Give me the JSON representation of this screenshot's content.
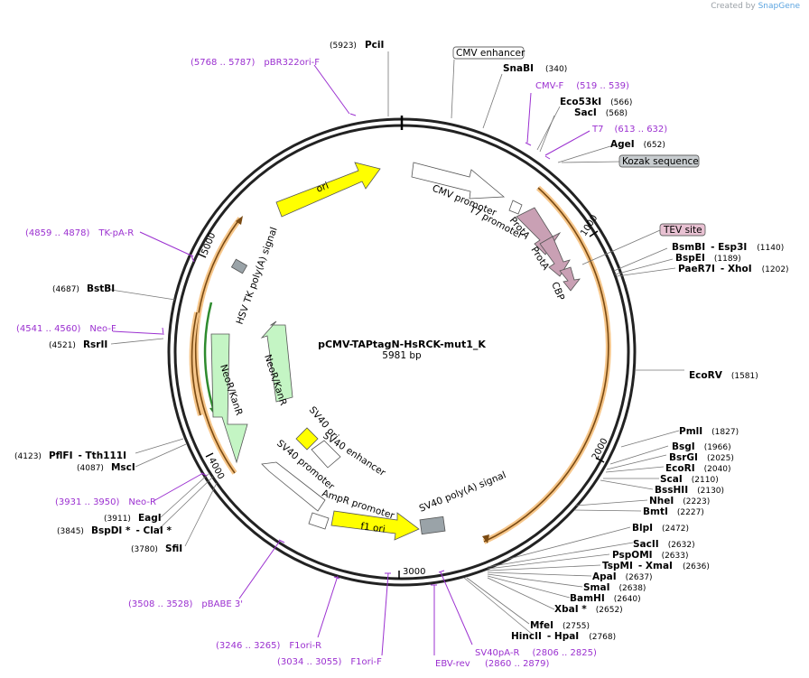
{
  "watermark": {
    "prefix": "Created by",
    "brand": "SnapGene"
  },
  "title": "pCMV-TAPtagN-HsRCK-mut1_K",
  "size_label": "5981 bp",
  "tick_labels": [
    "1000",
    "2000",
    "3000",
    "4000",
    "5000"
  ],
  "features": [
    {
      "name": "CMV enhancer",
      "boxed": true
    },
    {
      "name": "ori"
    },
    {
      "name": "CMV promoter"
    },
    {
      "name": "T7 promoter"
    },
    {
      "name": "ProtA"
    },
    {
      "name": "ProtA"
    },
    {
      "name": "CBP"
    },
    {
      "name": "Kozak sequence",
      "boxed": true
    },
    {
      "name": "TEV site",
      "boxed": true
    },
    {
      "name": "HSV TK poly(A) signal"
    },
    {
      "name": "NeoR/KanR"
    },
    {
      "name": "NeoR/KanR"
    },
    {
      "name": "SV40 ori"
    },
    {
      "name": "SV40 enhancer"
    },
    {
      "name": "SV40 promoter"
    },
    {
      "name": "AmpR promoter"
    },
    {
      "name": "f1 ori"
    },
    {
      "name": "SV40 poly(A) signal"
    }
  ],
  "enzymes": [
    {
      "pos": "(5923)",
      "name": "PciI"
    },
    {
      "name": "SnaBI",
      "pos": "(340)"
    },
    {
      "name": "Eco53kI",
      "pos": "(566)"
    },
    {
      "name": "SacI",
      "pos": "(568)"
    },
    {
      "name": "AgeI",
      "pos": "(652)"
    },
    {
      "name": "BsmBI",
      "name2": "Esp3I",
      "pos": "(1140)"
    },
    {
      "name": "BspEI",
      "pos": "(1189)"
    },
    {
      "name": "PaeR7I",
      "name2": "XhoI",
      "pos": "(1202)"
    },
    {
      "name": "EcoRV",
      "pos": "(1581)"
    },
    {
      "name": "PmlI",
      "pos": "(1827)"
    },
    {
      "name": "BsgI",
      "pos": "(1966)"
    },
    {
      "name": "BsrGI",
      "pos": "(2025)"
    },
    {
      "name": "EcoRI",
      "pos": "(2040)"
    },
    {
      "name": "ScaI",
      "pos": "(2110)"
    },
    {
      "name": "BssHII",
      "pos": "(2130)"
    },
    {
      "name": "NheI",
      "pos": "(2223)"
    },
    {
      "name": "BmtI",
      "pos": "(2227)"
    },
    {
      "name": "BlpI",
      "pos": "(2472)"
    },
    {
      "name": "SacII",
      "pos": "(2632)"
    },
    {
      "name": "PspOMI",
      "pos": "(2633)"
    },
    {
      "name": "TspMI",
      "name2": "XmaI",
      "pos": "(2636)"
    },
    {
      "name": "ApaI",
      "pos": "(2637)"
    },
    {
      "name": "SmaI",
      "pos": "(2638)"
    },
    {
      "name": "BamHI",
      "pos": "(2640)"
    },
    {
      "name": "XbaI *",
      "pos": "(2652)"
    },
    {
      "name": "MfeI",
      "pos": "(2755)"
    },
    {
      "name": "HincII",
      "name2": "HpaI",
      "pos": "(2768)"
    },
    {
      "pos": "(4687)",
      "name": "BstBI"
    },
    {
      "pos": "(4521)",
      "name": "RsrII"
    },
    {
      "pos": "(4123)",
      "name": "PflFI",
      "name2": "Tth111I"
    },
    {
      "pos": "(4087)",
      "name": "MscI"
    },
    {
      "pos": "(3911)",
      "name": "EagI"
    },
    {
      "pos": "(3845)",
      "name": "BspDI *",
      "name2": "ClaI *"
    },
    {
      "pos": "(3780)",
      "name": "SfiI"
    }
  ],
  "primers": [
    {
      "range": "(5768 .. 5787)",
      "name": "pBR322ori-F"
    },
    {
      "name": "CMV-F",
      "range": "(519 .. 539)"
    },
    {
      "name": "T7",
      "range": "(613 .. 632)"
    },
    {
      "range": "(4859 .. 4878)",
      "name": "TK-pA-R"
    },
    {
      "range": "(4541 .. 4560)",
      "name": "Neo-F"
    },
    {
      "range": "(3931 .. 3950)",
      "name": "Neo-R"
    },
    {
      "range": "(3508 .. 3528)",
      "name": "pBABE 3'"
    },
    {
      "range": "(3246 .. 3265)",
      "name": "F1ori-R"
    },
    {
      "range": "(3034 .. 3055)",
      "name": "F1ori-F"
    },
    {
      "name": "EBV-rev"
    },
    {
      "name": "SV40pA-R",
      "range": "(2806 .. 2825)"
    },
    {
      "range": "(2860 .. 2879)"
    }
  ]
}
